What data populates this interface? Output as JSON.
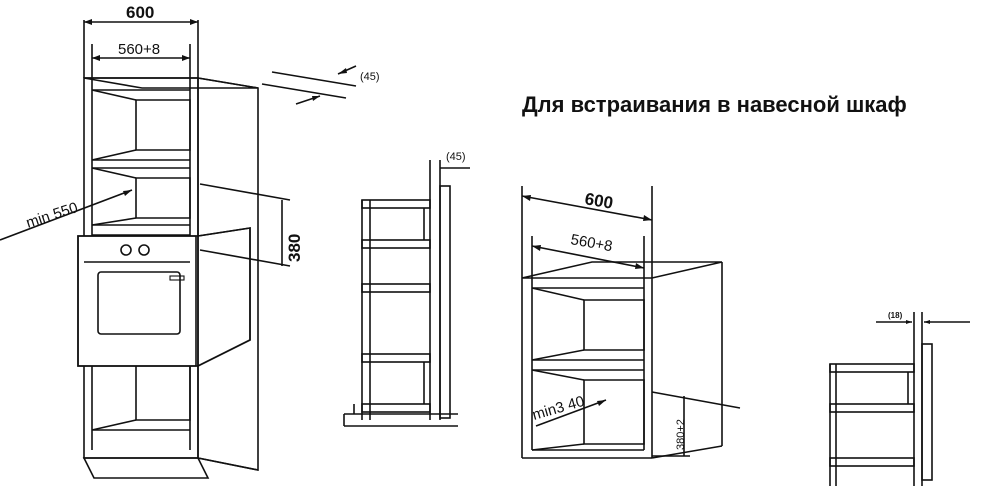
{
  "heading": "Для встраивания в навесной шкаф",
  "column_cabinet": {
    "width_outer": "600",
    "width_inner": "560",
    "width_tolerance": "+8",
    "depth_min": "min 550",
    "niche_height": "380",
    "gap": "(45)"
  },
  "column_side": {
    "gap": "(45)"
  },
  "wall_cabinet": {
    "width_outer": "600",
    "width_inner": "560",
    "width_tolerance": "+8",
    "depth_min": "min3 40",
    "niche_height": "380+2"
  },
  "wall_side": {
    "gap": "(18)"
  }
}
